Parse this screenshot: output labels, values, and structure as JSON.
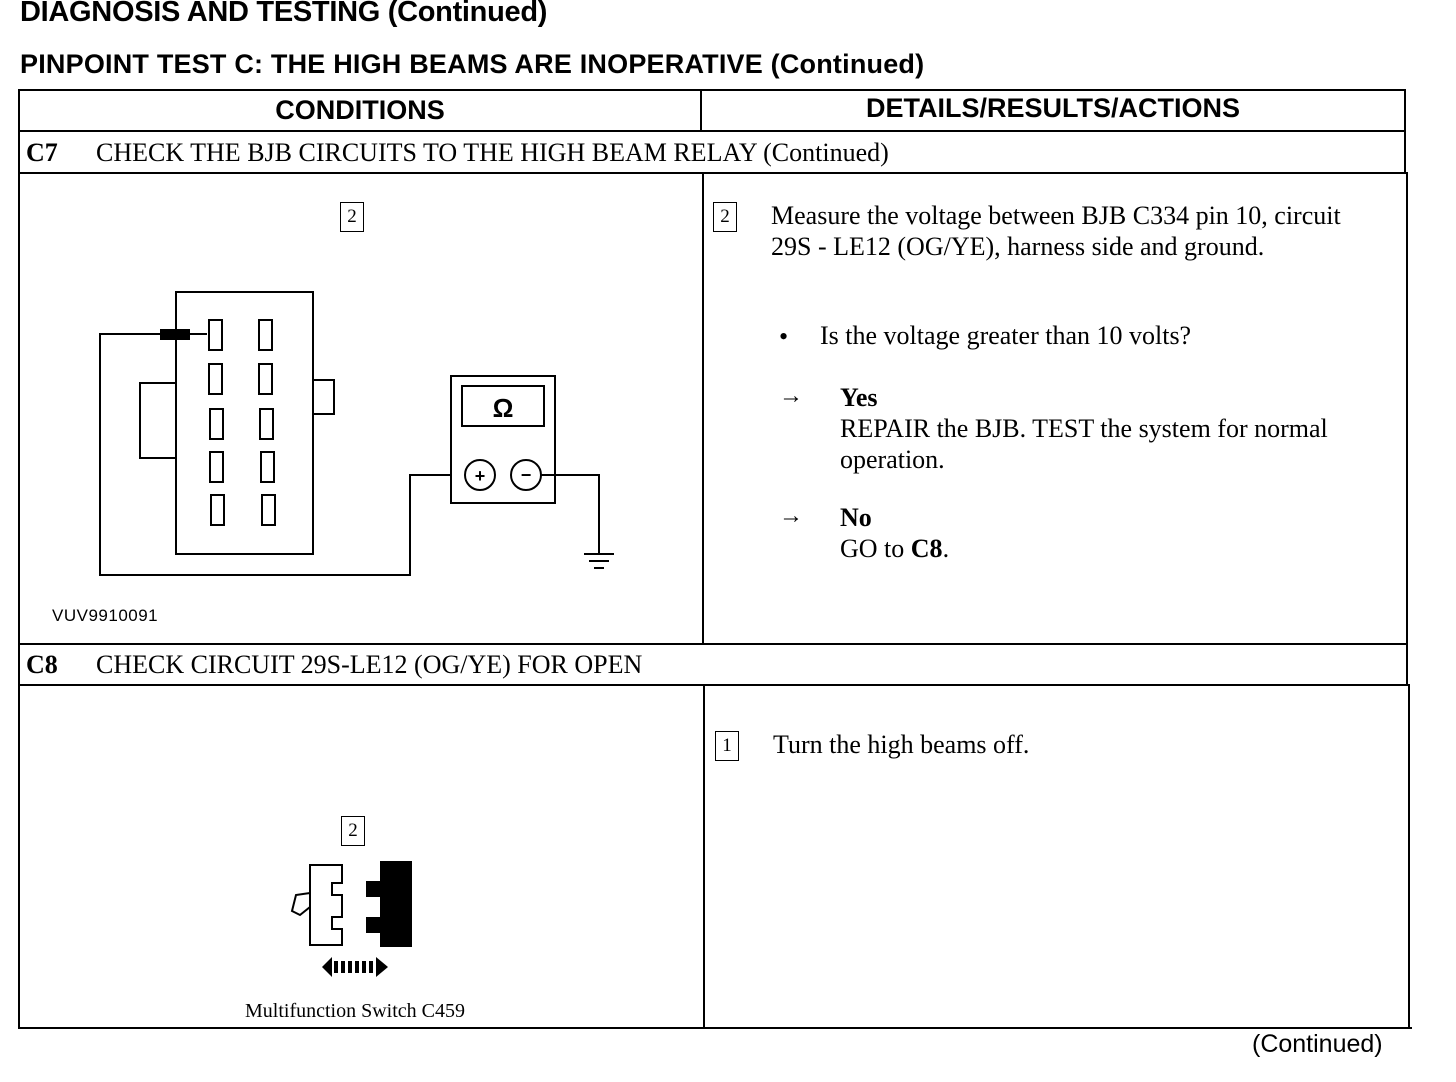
{
  "heading": "DIAGNOSIS AND TESTING (Continued)",
  "subheading": "PINPOINT TEST C: THE HIGH BEAMS ARE INOPERATIVE (Continued)",
  "columns": {
    "conditions": "CONDITIONS",
    "details": "DETAILS/RESULTS/ACTIONS"
  },
  "steps": [
    {
      "code": "C7",
      "title": "CHECK THE BJB CIRCUITS TO THE HIGH BEAM RELAY (Continued)",
      "figure": {
        "step_marker": "2",
        "meter_symbol": "Ω",
        "plus": "+",
        "minus": "−",
        "id": "VUV9910091"
      },
      "action": {
        "marker": "2",
        "text": "Measure the voltage between BJB C334 pin 10, circuit 29S - LE12 (OG/YE), harness side and ground.",
        "question": "Is the voltage greater than 10 volts?",
        "bullet": "•",
        "arrow": "→",
        "yes_label": "Yes",
        "yes_text": "REPAIR the BJB. TEST the system for normal operation.",
        "no_label": "No",
        "no_text_prefix": "GO to ",
        "no_text_target": "C8",
        "no_text_suffix": "."
      }
    },
    {
      "code": "C8",
      "title": "CHECK CIRCUIT 29S-LE12 (OG/YE) FOR OPEN",
      "figure": {
        "step_marker": "2",
        "caption": "Multifunction Switch C459"
      },
      "action": {
        "marker": "1",
        "text": "Turn the high beams off."
      }
    }
  ],
  "footer": "(Continued)"
}
